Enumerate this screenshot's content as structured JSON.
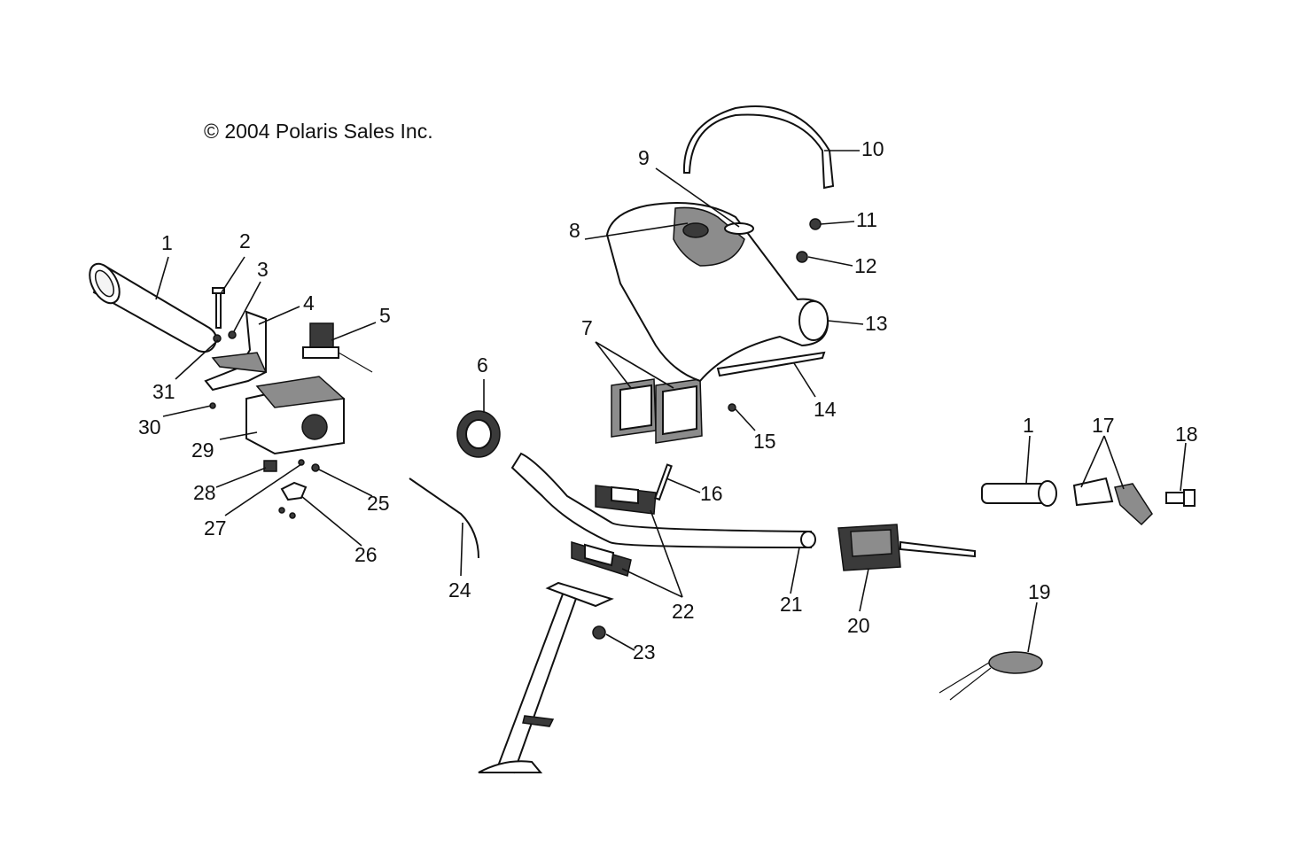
{
  "copyright": "© 2004 Polaris Sales Inc.",
  "callouts": [
    "1",
    "2",
    "3",
    "4",
    "5",
    "6",
    "7",
    "8",
    "9",
    "10",
    "11",
    "12",
    "13",
    "14",
    "15",
    "16",
    "17",
    "18",
    "1",
    "19",
    "20",
    "21",
    "22",
    "23",
    "24",
    "25",
    "26",
    "27",
    "28",
    "29",
    "30",
    "31"
  ]
}
